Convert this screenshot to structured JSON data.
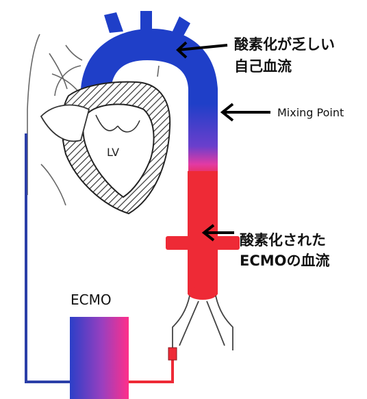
{
  "labels": {
    "deoxygenated_line1": "酸素化が乏しい",
    "deoxygenated_line2": "自己血流",
    "mixing_point": "Mixing Point",
    "oxygenated_line1": "酸素化された",
    "oxygenated_line2": "ECMOの血流",
    "ventricle": "LV",
    "device": "ECMO"
  },
  "colors": {
    "venous_blue": "#1f3fc8",
    "arterial_red": "#ee2a36",
    "mixing_magenta": "#e23aa4",
    "outline": "#2a2a2a",
    "arrow": "#000000"
  },
  "icons": {
    "arrows": [
      "left-arrow-icon",
      "left-arrow-icon",
      "left-arrow-icon"
    ]
  }
}
